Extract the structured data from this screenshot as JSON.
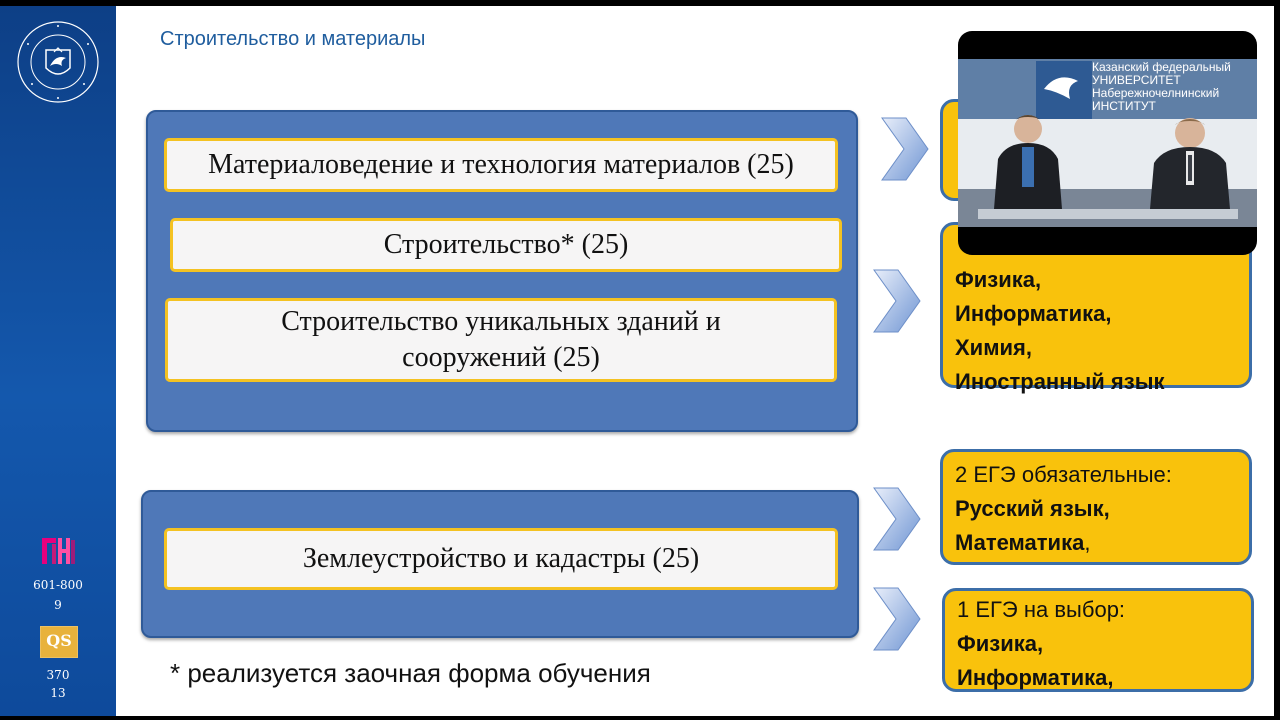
{
  "slide": {
    "title": "Строительство и материалы",
    "footnote": "* реализуется заочная форма обучения"
  },
  "sidebar": {
    "the_rank": "601-800",
    "the_sub": "9",
    "qs_label": "QS",
    "qs_rank": "370",
    "qs_sub": "13"
  },
  "groups": [
    {
      "programs": [
        "Материаловедение и технология материалов (25)",
        "Строительство* (25)",
        "Строительство уникальных зданий и сооружений (25)"
      ],
      "elective": {
        "subjects": [
          "Физика,",
          "Информатика,",
          "Химия,",
          "Иностранный язык"
        ]
      }
    },
    {
      "programs": [
        "Землеустройство и кадастры (25)"
      ],
      "mandatory": {
        "heading": "2 ЕГЭ обязательные:",
        "subjects": [
          "Русский язык,",
          "Математика",
          ","
        ]
      },
      "elective": {
        "heading": "1 ЕГЭ на выбор:",
        "subjects": [
          "Физика,",
          "Информатика,"
        ]
      }
    }
  ],
  "video": {
    "banner_lines": [
      "Казанский федеральный",
      "УНИВЕРСИТЕТ",
      "Набережночелнинский",
      "ИНСТИТУТ"
    ]
  },
  "colors": {
    "sidebar": "#1458ad",
    "group_fill": "#4f78b8",
    "program_border": "#f4c222",
    "info_fill": "#f9c20c",
    "title": "#1f5d9e"
  }
}
